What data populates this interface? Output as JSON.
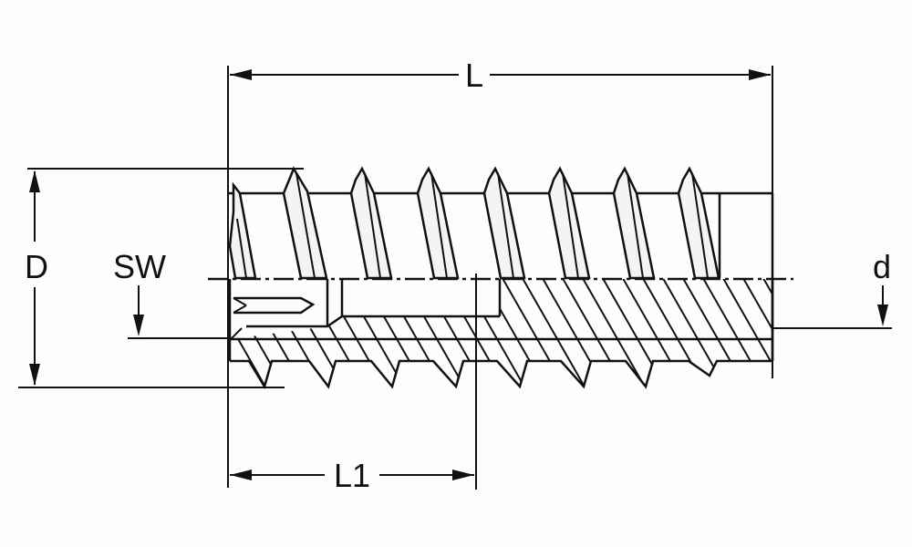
{
  "diagram": {
    "subject": "threaded insert (screw-in sleeve) technical drawing",
    "colors": {
      "line": "#111111",
      "background": "#fdfdfd",
      "tooth_fill": "#f4f4f4"
    },
    "dimensions": {
      "L": {
        "label": "L",
        "meaning": "overall length"
      },
      "L1": {
        "label": "L1",
        "meaning": "hex socket / drive length"
      },
      "D": {
        "label": "D",
        "meaning": "outer thread diameter"
      },
      "SW": {
        "label": "SW",
        "meaning": "wrench (socket) size"
      },
      "d": {
        "label": "d",
        "meaning": "internal thread diameter"
      }
    }
  }
}
